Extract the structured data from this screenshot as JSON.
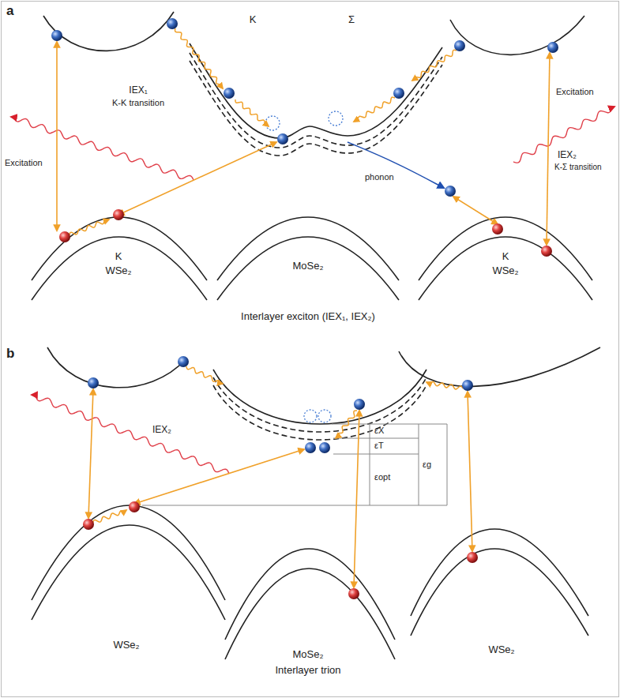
{
  "diagram": {
    "labels": [
      "a",
      "K",
      "Σ",
      "IEX₁",
      "K-K transition",
      "Excitation",
      "phonon",
      "IEX₂",
      "K-Σ transition",
      "Excitation",
      "K",
      "WSe₂",
      "MoSe₂",
      "K",
      "WSe₂",
      "Interlayer exciton (IEX₁, IEX₂)",
      "b",
      "IEX₂",
      "εX",
      "εT",
      "εopt",
      "εg",
      "WSe₂",
      "MoSe₂",
      "WSe₂",
      "Interlayer trion"
    ]
  }
}
